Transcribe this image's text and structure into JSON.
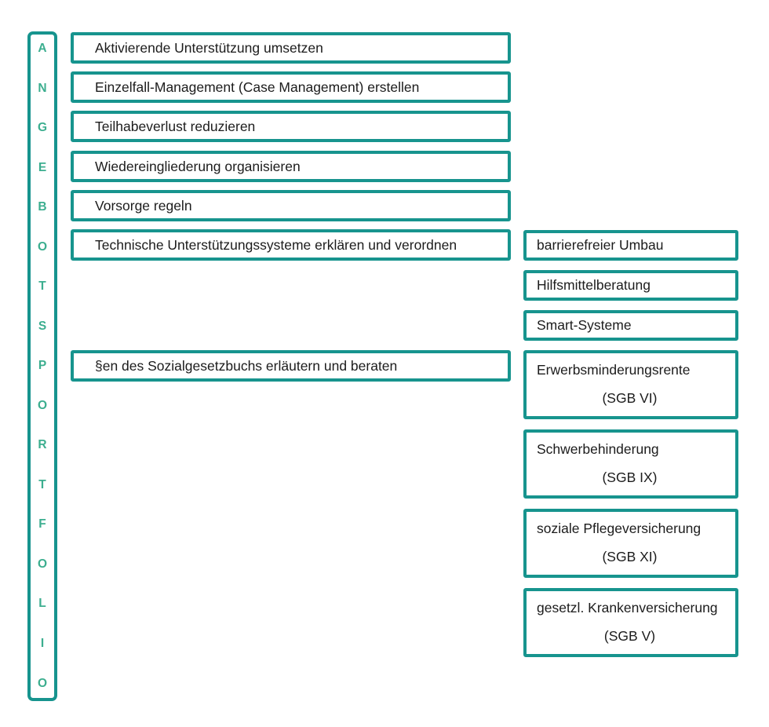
{
  "colors": {
    "box_border_teal": "#17948E",
    "sidebar_letter_green": "#3CAE8F",
    "text": "#1c1c1c",
    "background": "#ffffff"
  },
  "sidebar": {
    "word": "ANGEBOTSPORTFOLIO",
    "letters": [
      "A",
      "N",
      "G",
      "E",
      "B",
      "O",
      "T",
      "S",
      "P",
      "O",
      "R",
      "T",
      "F",
      "O",
      "L",
      "I",
      "O"
    ]
  },
  "service_boxes": [
    {
      "label": "Aktivierende Unterstützung umsetzen"
    },
    {
      "label": "Einzelfall-Management (Case Management) erstellen"
    },
    {
      "label": "Teilhabeverlust reduzieren"
    },
    {
      "label": "Wiedereingliederung organisieren"
    },
    {
      "label": "Vorsorge regeln"
    },
    {
      "label": "Technische Unterstützungssysteme erklären und verordnen"
    },
    {
      "label": "§en des Sozialgesetzbuchs erläutern und beraten"
    }
  ],
  "detail_boxes": [
    {
      "label": "barrierefreier Umbau"
    },
    {
      "label": "Hilfsmittelberatung"
    },
    {
      "label": "Smart-Systeme"
    },
    {
      "label": "Erwerbsminderungsrente",
      "sublabel": "(SGB VI)"
    },
    {
      "label": "Schwerbehinderung",
      "sublabel": "(SGB IX)"
    },
    {
      "label": "soziale Pflegeversicherung",
      "sublabel": "(SGB XI)"
    },
    {
      "label": "gesetzl. Krankenversicherung",
      "sublabel": "(SGB V)"
    }
  ]
}
